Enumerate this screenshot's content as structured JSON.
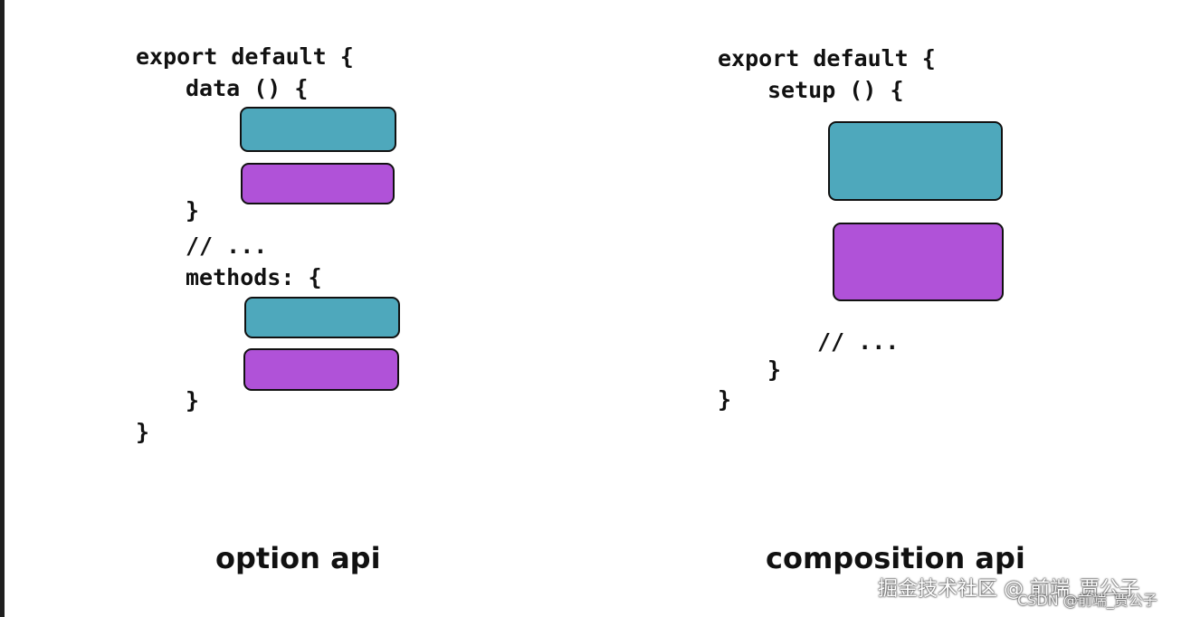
{
  "option_api": {
    "lines": [
      "export default {",
      "data () {",
      "}",
      "// ...",
      "methods: {",
      "}",
      "}"
    ],
    "caption": "option api",
    "block_colors": [
      "#4ea8bc",
      "#b052d8",
      "#4ea8bc",
      "#b052d8"
    ]
  },
  "composition_api": {
    "lines": [
      "export default {",
      "setup () {",
      "// ...",
      "}",
      "}"
    ],
    "caption": "composition api",
    "block_colors": [
      "#4ea8bc",
      "#b052d8"
    ]
  },
  "watermark": {
    "primary": "掘金技术社区 @ 前端_贾公子",
    "secondary": "CSDN @前端_贾公子"
  }
}
